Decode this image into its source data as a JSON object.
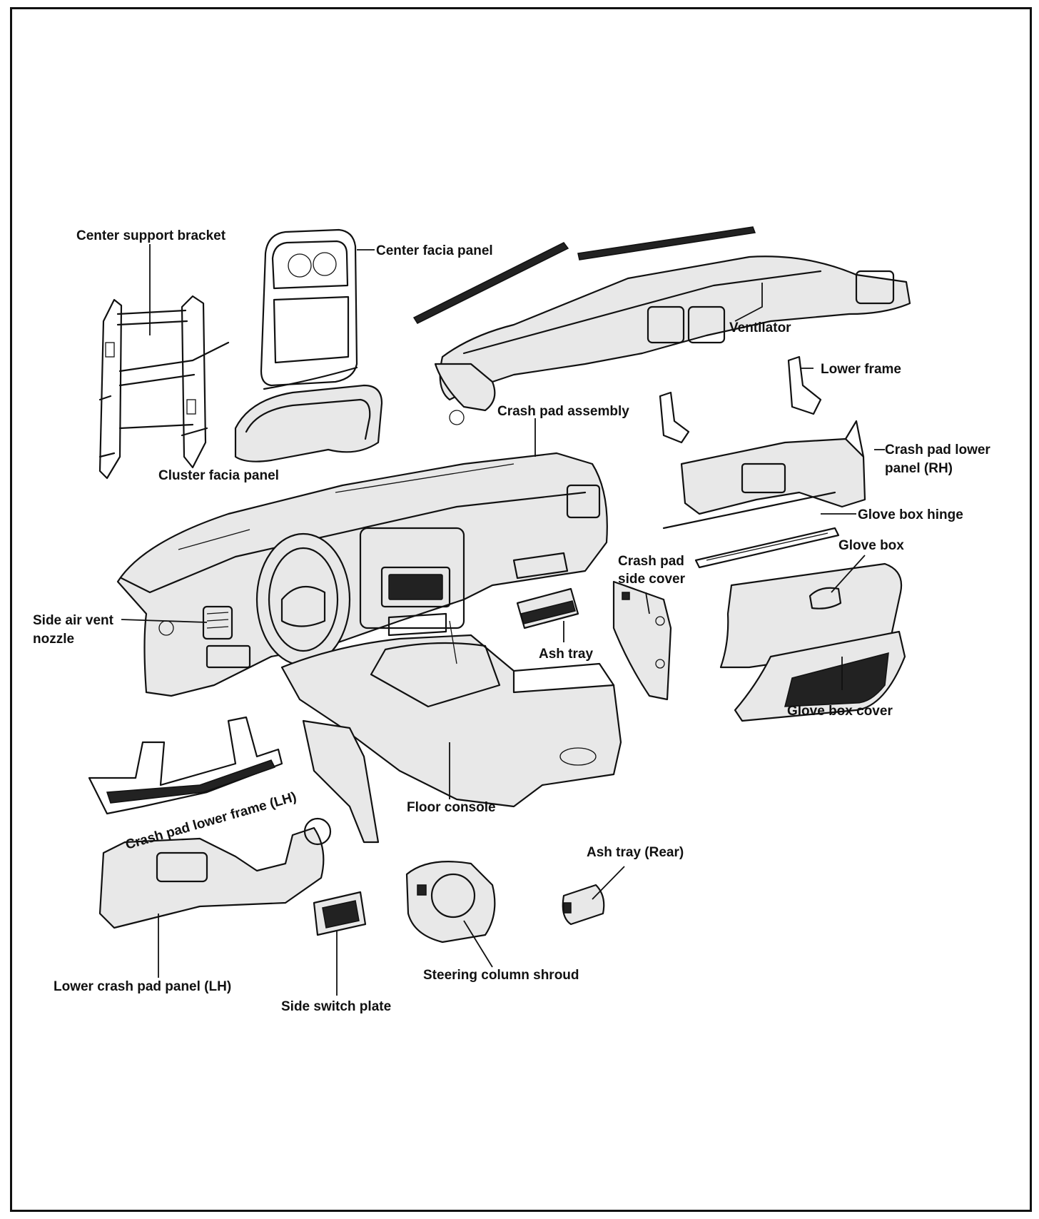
{
  "labels": {
    "center_support_bracket": "Center support bracket",
    "center_facia_panel": "Center facia panel",
    "ventilator": "Ventilator",
    "lower_frame": "Lower frame",
    "crash_pad_assembly": "Crash pad assembly",
    "cluster_facia_panel": "Cluster facia panel",
    "crash_pad_lower_panel_rh_1": "Crash pad lower",
    "crash_pad_lower_panel_rh_2": "panel (RH)",
    "glove_box_hinge": "Glove box hinge",
    "glove_box": "Glove box",
    "crash_pad_side_cover_1": "Crash pad",
    "crash_pad_side_cover_2": "side cover",
    "side_air_vent_nozzle_1": "Side air vent",
    "side_air_vent_nozzle_2": "nozzle",
    "ash_tray": "Ash tray",
    "glove_box_cover": "Glove box cover",
    "crash_pad_lower_frame_lh": "Crash pad lower frame (LH)",
    "floor_console": "Floor console",
    "ash_tray_rear": "Ash tray (Rear)",
    "lower_crash_pad_panel_lh": "Lower crash pad panel (LH)",
    "steering_column_shroud": "Steering column shroud",
    "side_switch_plate": "Side switch plate"
  },
  "colors": {
    "line": "#111111",
    "fill": "#e8e8e8",
    "background": "#ffffff"
  }
}
